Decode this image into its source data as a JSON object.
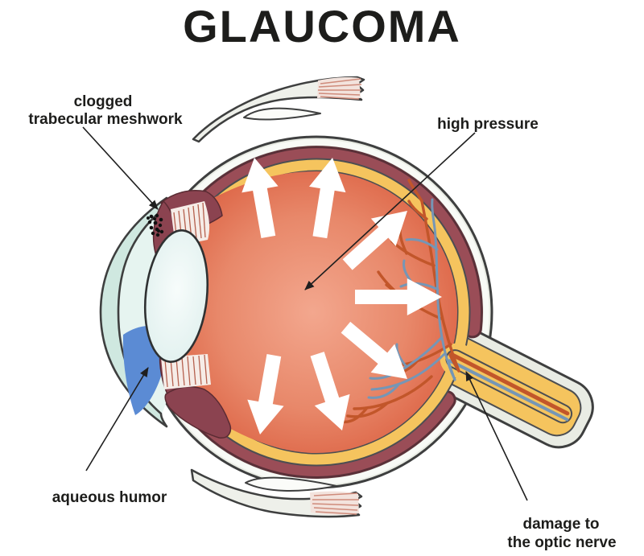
{
  "title": "GLAUCOMA",
  "labels": {
    "trabecular_line1": "clogged",
    "trabecular_line2": "trabecular meshwork",
    "high_pressure": "high pressure",
    "aqueous_humor": "aqueous humor",
    "optic_nerve_line1": "damage to",
    "optic_nerve_line2": "the optic nerve"
  },
  "colors": {
    "text": "#1d1d1b",
    "pointer_line": "#1f1f1f",
    "outline": "#3e3f3f",
    "sclera": "#e9ece4",
    "sclera_highlight": "#f8faf6",
    "choroid": "#9a4d57",
    "choroid_edge": "#5a3038",
    "retina_yellow": "#f5c45e",
    "retina_edge": "#4c4e52",
    "vitreous_center": "#f3a78e",
    "vitreous_mid": "#e8886a",
    "vitreous_edge": "#da5c3d",
    "cornea": "#cfe8e0",
    "chamber": "#e6f4f0",
    "aqueous_blue": "#5b8bd4",
    "iris": "#8b4350",
    "iris_edge": "#5a2b33",
    "lens_fill": "#e9f5f4",
    "lens_edge": "#2f3132",
    "zonule_stripe": "#b5604e",
    "zonule_fill": "#f6ece7",
    "artery": "#c2562a",
    "vein": "#7596b6",
    "pressure_arrow": "#ffffff",
    "muscle": "#eef0ea",
    "muscle_fray_line": "#cf8b7b",
    "muscle_fray_fill": "#f3e3dd",
    "meshwork_dot": "#111111"
  }
}
